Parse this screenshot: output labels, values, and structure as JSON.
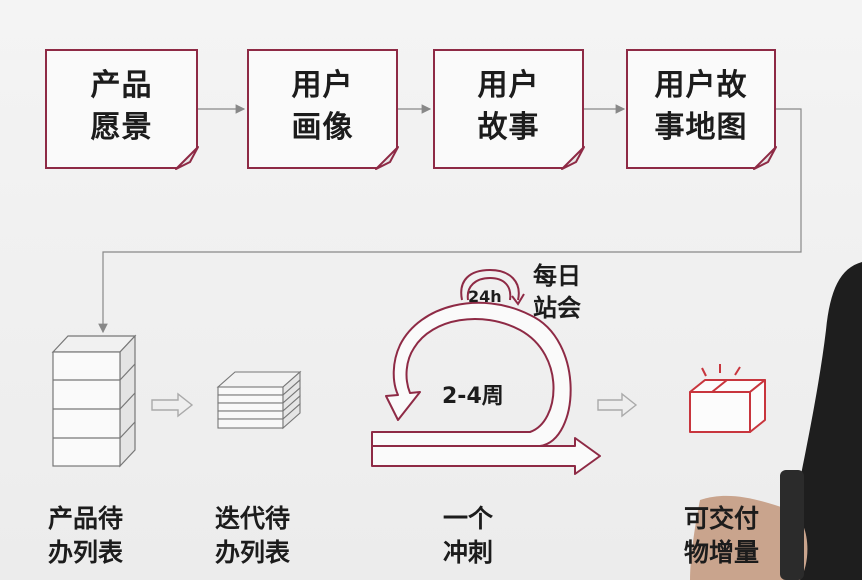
{
  "cards": [
    {
      "line1": "产品",
      "line2": "愿景"
    },
    {
      "line1": "用户",
      "line2": "画像"
    },
    {
      "line1": "用户",
      "line2": "故事"
    },
    {
      "line1": "用户故",
      "line2": "事地图"
    }
  ],
  "bottom_labels": {
    "product_backlog": {
      "line1": "产品待",
      "line2": "办列表"
    },
    "sprint_backlog": {
      "line1": "迭代待",
      "line2": "办列表"
    },
    "sprint": {
      "line1": "一个",
      "line2": "冲刺"
    },
    "increment": {
      "line1": "可交付",
      "line2": "物增量"
    }
  },
  "cycle": {
    "daily_time": "24h",
    "daily_label_1": "每日",
    "daily_label_2": "站会",
    "sprint_length": "2-4周"
  },
  "colors": {
    "accent": "#8e2a45",
    "arrow_gray": "#9a9a9a",
    "box_red": "#c8353d"
  }
}
